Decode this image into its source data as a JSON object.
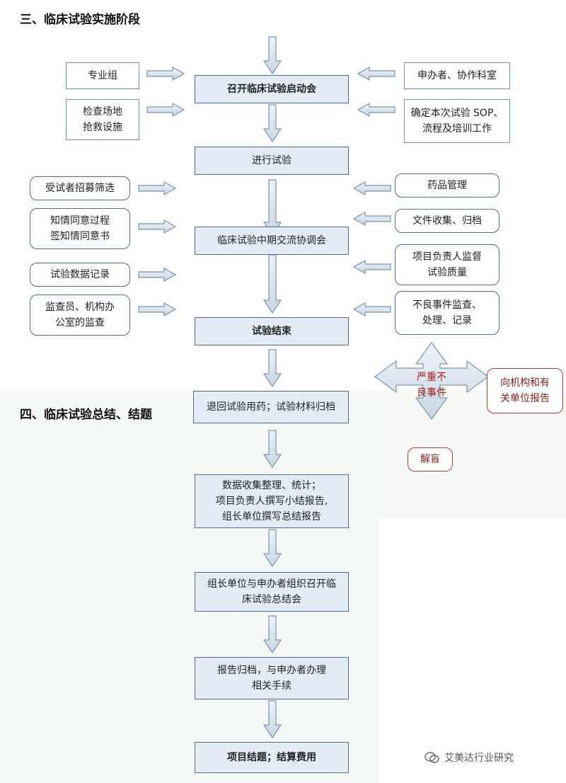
{
  "headings": {
    "phase3": "三、临床试验实施阶段",
    "phase4": "四、临床试验总结、结题"
  },
  "main_steps": {
    "kickoff": "召开临床试验启动会",
    "conduct": "进行试验",
    "midterm": "临床试验中期交流协调会",
    "end": "试验结束",
    "return_drugs": "退回试验用药；试验材料归档",
    "data_processing": "数据收集整理、统计；\n项目负责人撰写小结报告,\n组长单位撰写总结报告",
    "summary_meeting": "组长单位与申办者组织召开临\n床试验总结会",
    "report_archive": "报告归档，与申办者办理\n相关手续",
    "closure": "项目结题；结算费用"
  },
  "left_inputs": {
    "expert_group": "专业组",
    "site_check": "检查场地\n抢救设施",
    "recruitment": "受试者招募筛选",
    "consent": "知情同意过程\n签知情同意书",
    "data_record": "试验数据记录",
    "monitor": "监查员、机构办\n公室的监查"
  },
  "right_inputs": {
    "sponsor": "申办者、协作科室",
    "sop": "确定本次试验 SOP、\n流程及培训工作",
    "drug_mgmt": "药品管理",
    "doc_collect": "文件收集、归档",
    "pi_supervise": "项目负责人监督\n试验质量",
    "adverse_monitor": "不良事件监查、\n处理、记录"
  },
  "sae": {
    "center": "严重不\n良事件",
    "report": "向机构和有\n关单位报告",
    "unblind": "解盲"
  },
  "watermark": "艾美达行业研究",
  "colors": {
    "main_fill": "#e3ebf4",
    "main_border": "#4d6e90",
    "arrow_fill": "#d9e3ef",
    "sae_red": "#a81b1b"
  }
}
